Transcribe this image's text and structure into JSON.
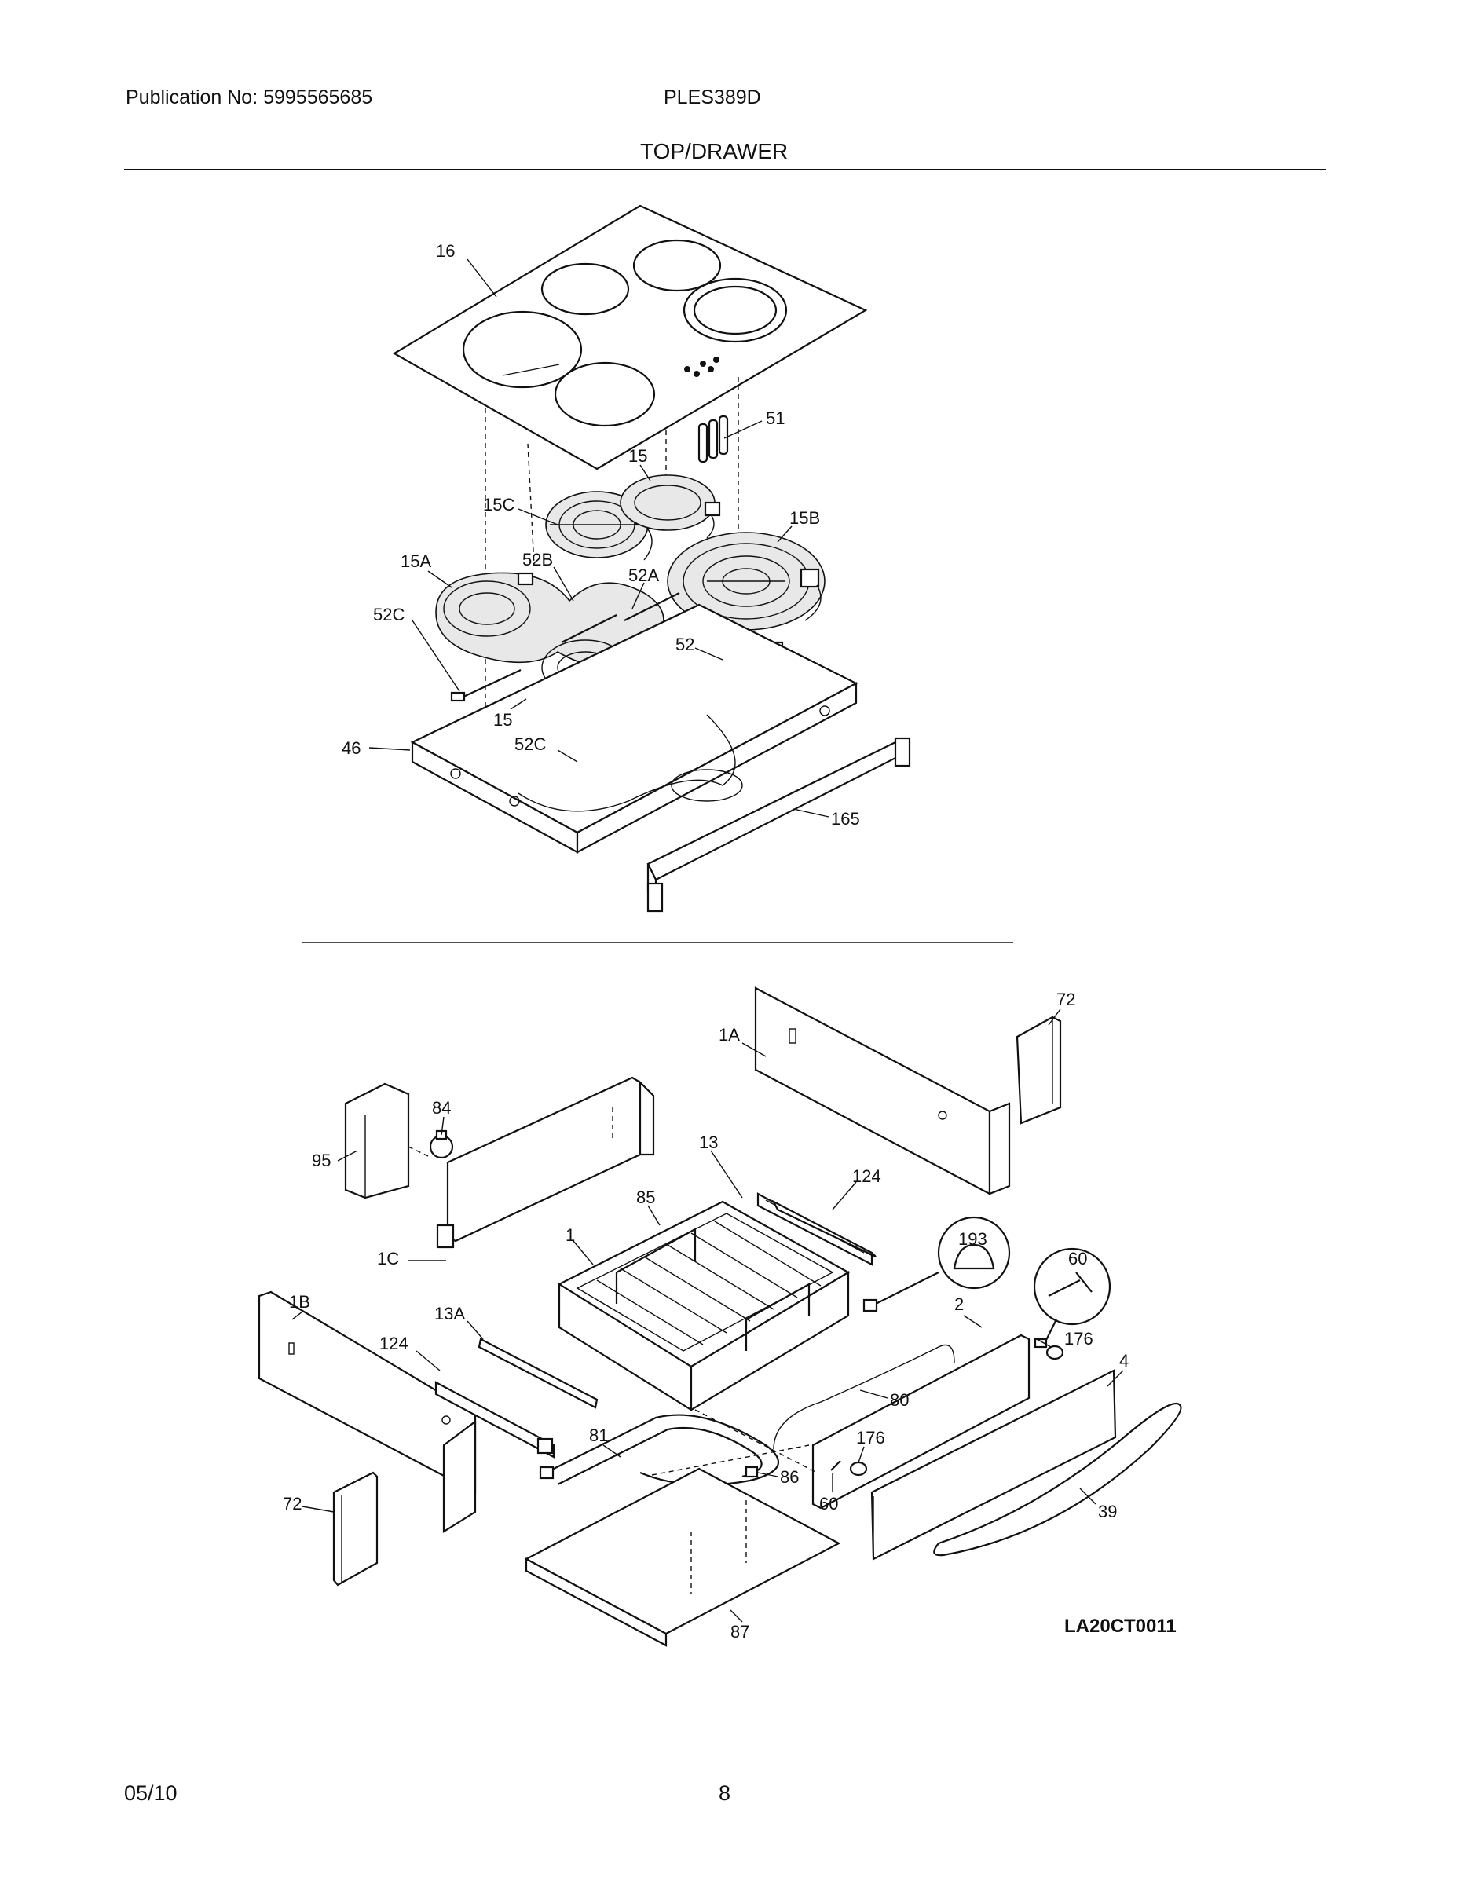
{
  "header": {
    "publication": "Publication No: 5995565685",
    "model": "PLES389D",
    "section_title": "TOP/DRAWER"
  },
  "callouts": {
    "c16": "16",
    "c51": "51",
    "c15": "15",
    "c15C": "15C",
    "c15B": "15B",
    "c15A": "15A",
    "c52B": "52B",
    "c52A": "52A",
    "c52C": "52C",
    "c52": "52",
    "c15b": "15",
    "c52Cb": "52C",
    "c46": "46",
    "c165": "165",
    "c72": "72",
    "c1A": "1A",
    "c84": "84",
    "c95": "95",
    "c13": "13",
    "c124": "124",
    "c85": "85",
    "c1": "1",
    "c1C": "1C",
    "c193": "193",
    "c60": "60",
    "c2": "2",
    "c1B": "1B",
    "c13A": "13A",
    "c176": "176",
    "c4": "4",
    "c124b": "124",
    "c80": "80",
    "c81": "81",
    "c176b": "176",
    "c86": "86",
    "c60b": "60",
    "c72b": "72",
    "c39": "39",
    "c87": "87"
  },
  "diagram_code": "LA20CT0011",
  "footer": {
    "date": "05/10",
    "page": "8"
  }
}
